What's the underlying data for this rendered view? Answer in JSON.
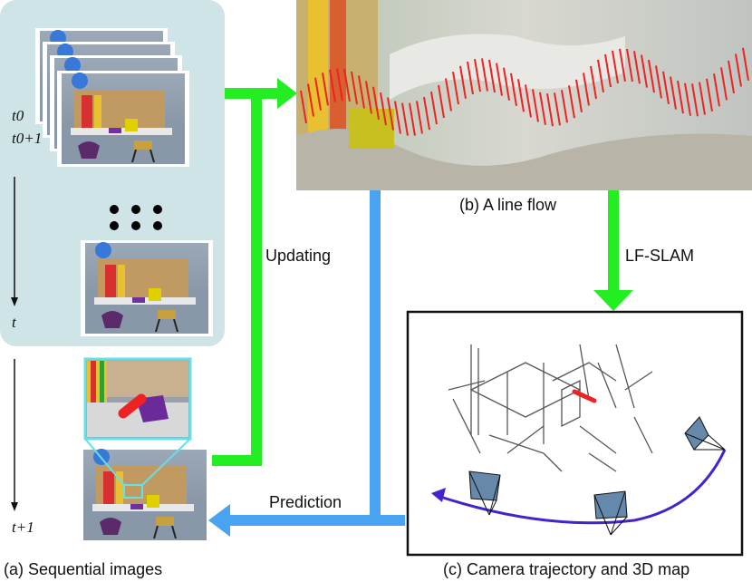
{
  "labels": {
    "time_t0": "t0",
    "time_t0_plus_1": "t0+1",
    "time_t": "t",
    "time_t_plus_1": "t+1",
    "line_flow_caption": "(b) A line flow",
    "updating": "Updating",
    "lf_slam": "LF-SLAM",
    "prediction": "Prediction",
    "sequential_caption": "(a) Sequential images",
    "map_caption": "(c) Camera trajectory and 3D map"
  },
  "colors": {
    "panel_bg": "#cfe4e6",
    "green_arrow": "#22ee22",
    "blue_arrow": "#4aa3f0",
    "line_flow_red": "#ee2222",
    "trajectory": "#4422cc",
    "zoom_box": "#66e0e8"
  }
}
